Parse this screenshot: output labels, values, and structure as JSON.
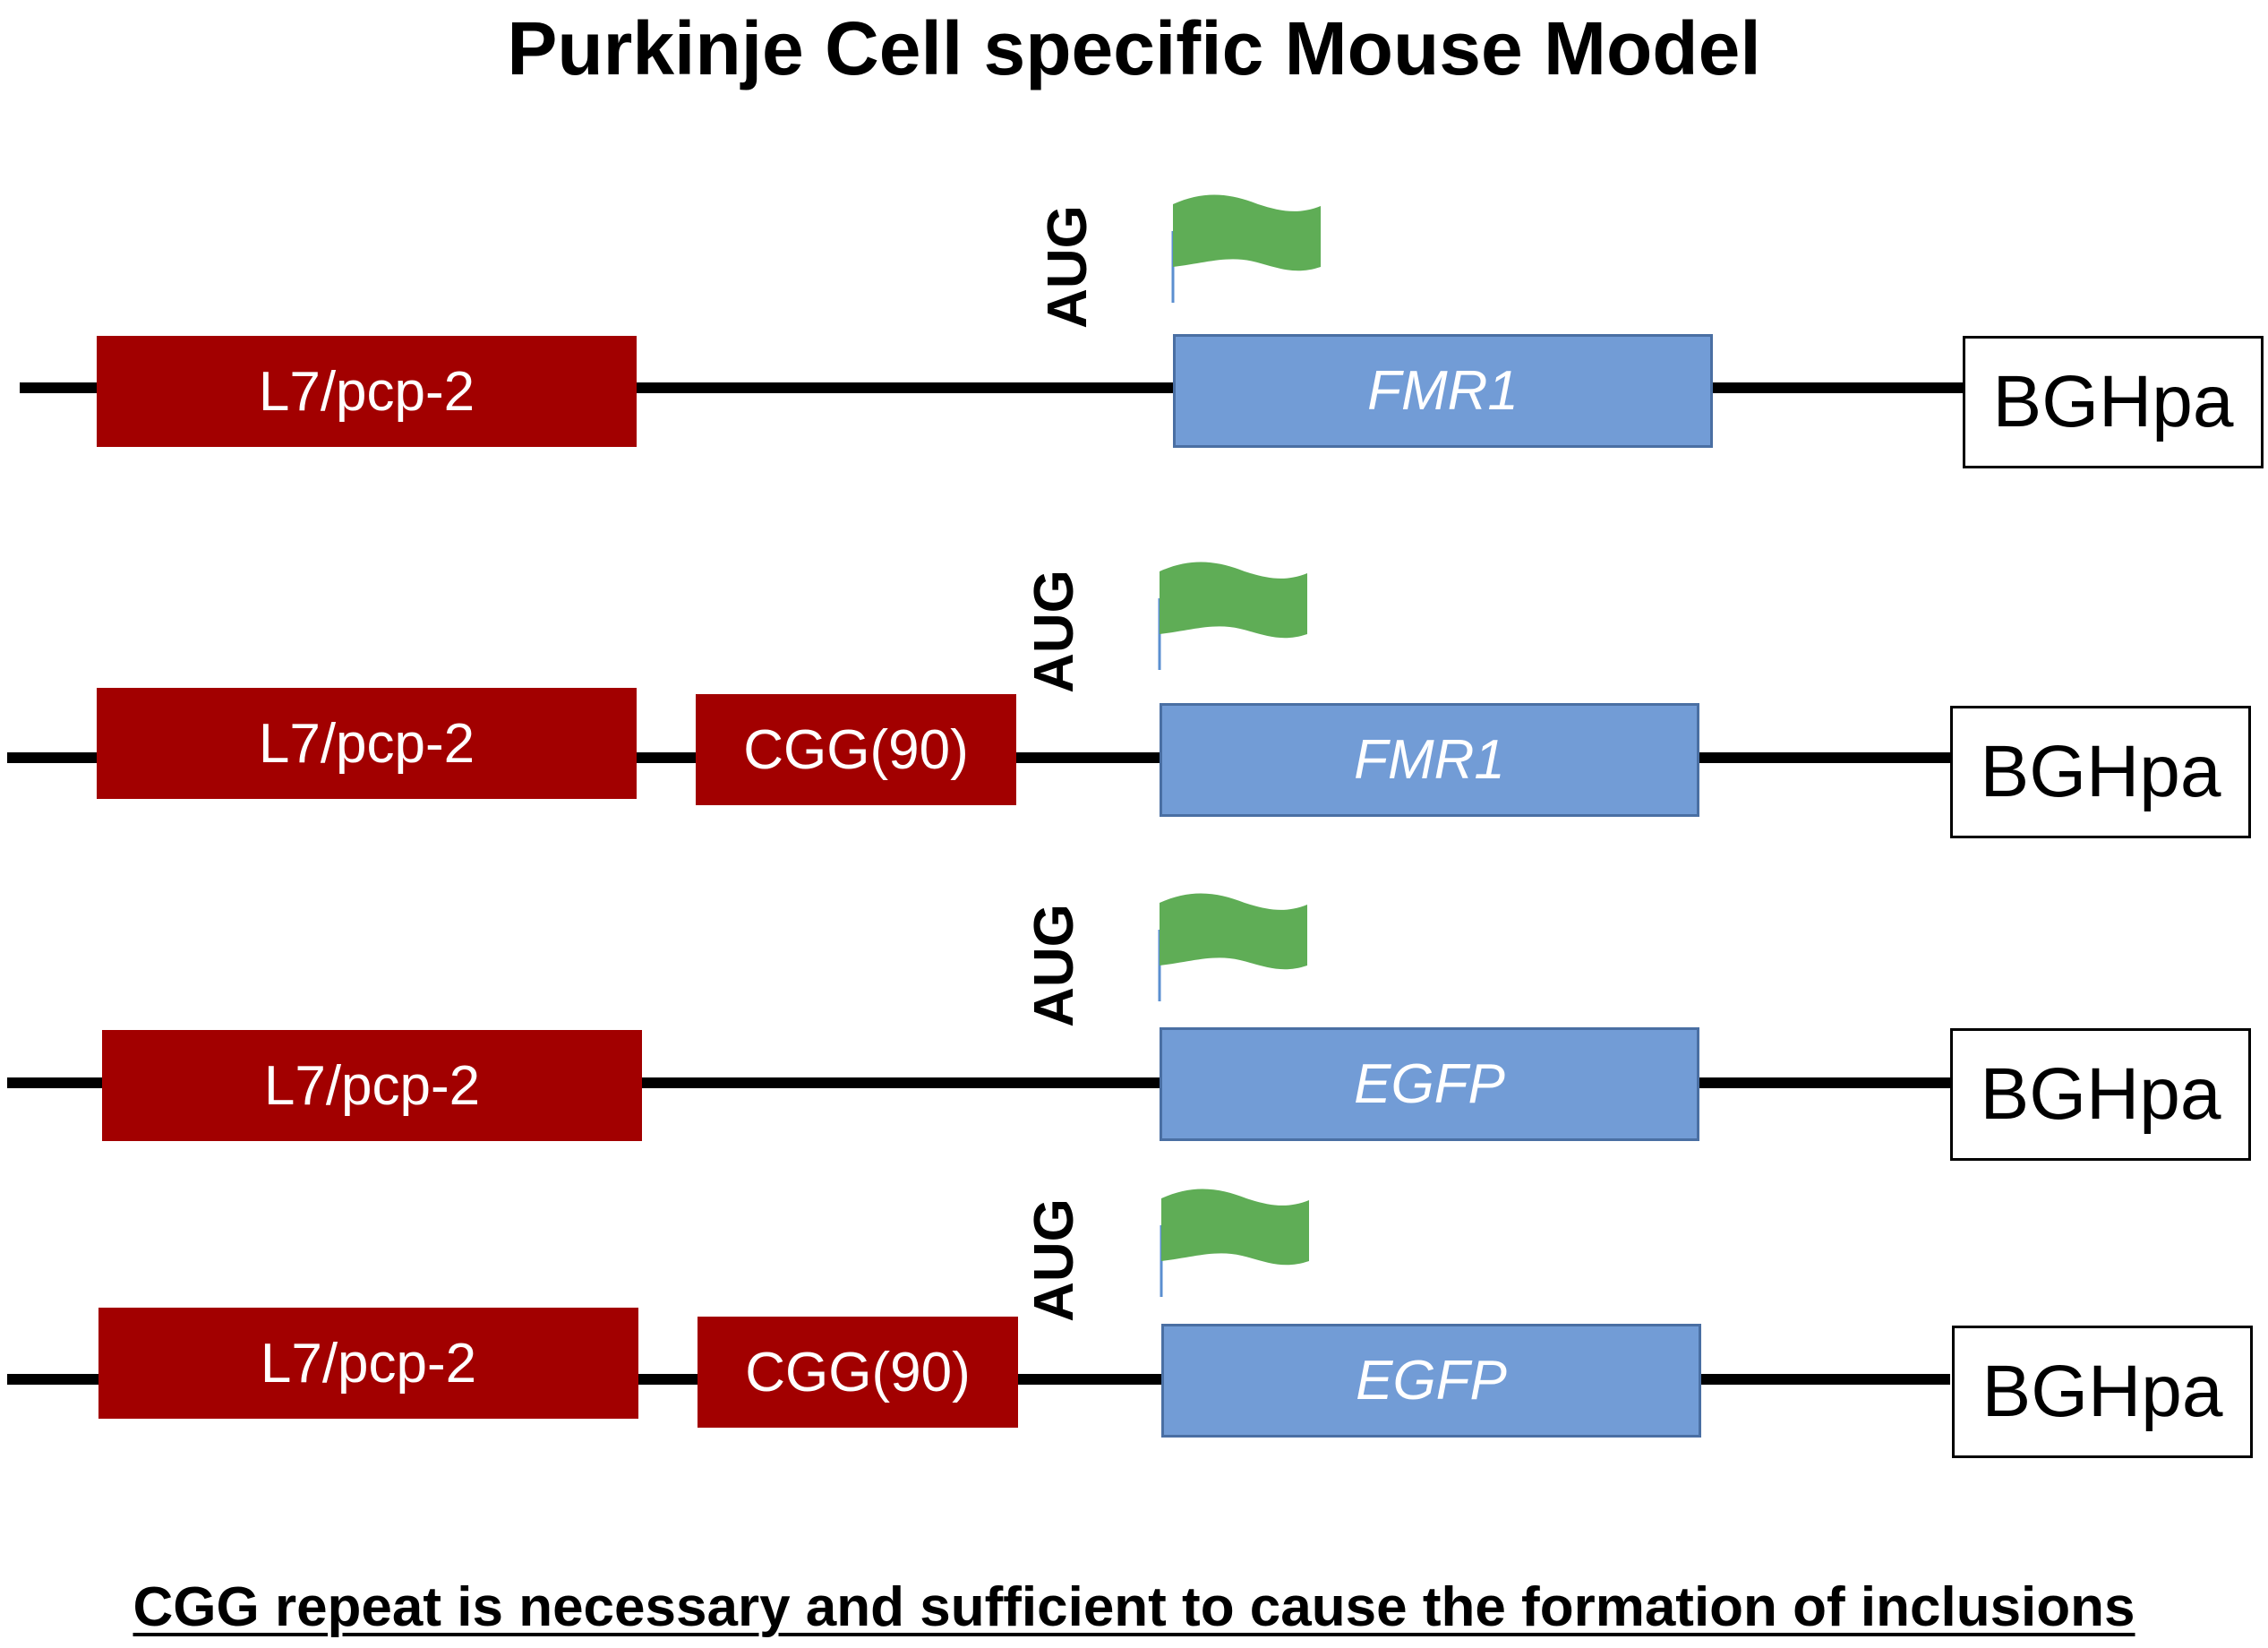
{
  "title": "Purkinje Cell specific Mouse Model",
  "colors": {
    "promoter": "#a20000",
    "repeat": "#a20000",
    "gene": "#729cd6",
    "flag": "#5fad56"
  },
  "constructs": [
    {
      "promoter": "L7/pcp-2",
      "repeat": "",
      "start_codon": "AUG",
      "gene": "FMR1",
      "terminator": "BGHpa",
      "flag_icon": "green-flag-icon"
    },
    {
      "promoter": "L7/pcp-2",
      "repeat": "CGG(90)",
      "start_codon": "AUG",
      "gene": "FMR1",
      "terminator": "BGHpa",
      "flag_icon": "green-flag-icon"
    },
    {
      "promoter": "L7/pcp-2",
      "repeat": "",
      "start_codon": "AUG",
      "gene": "EGFP",
      "terminator": "BGHpa",
      "flag_icon": "green-flag-icon"
    },
    {
      "promoter": "L7/pcp-2",
      "repeat": "CGG(90)",
      "start_codon": "AUG",
      "gene": "EGFP",
      "terminator": "BGHpa",
      "flag_icon": "green-flag-icon"
    }
  ],
  "footer": "CGG repeat is necessary and sufficient to cause the formation of  inclusions"
}
